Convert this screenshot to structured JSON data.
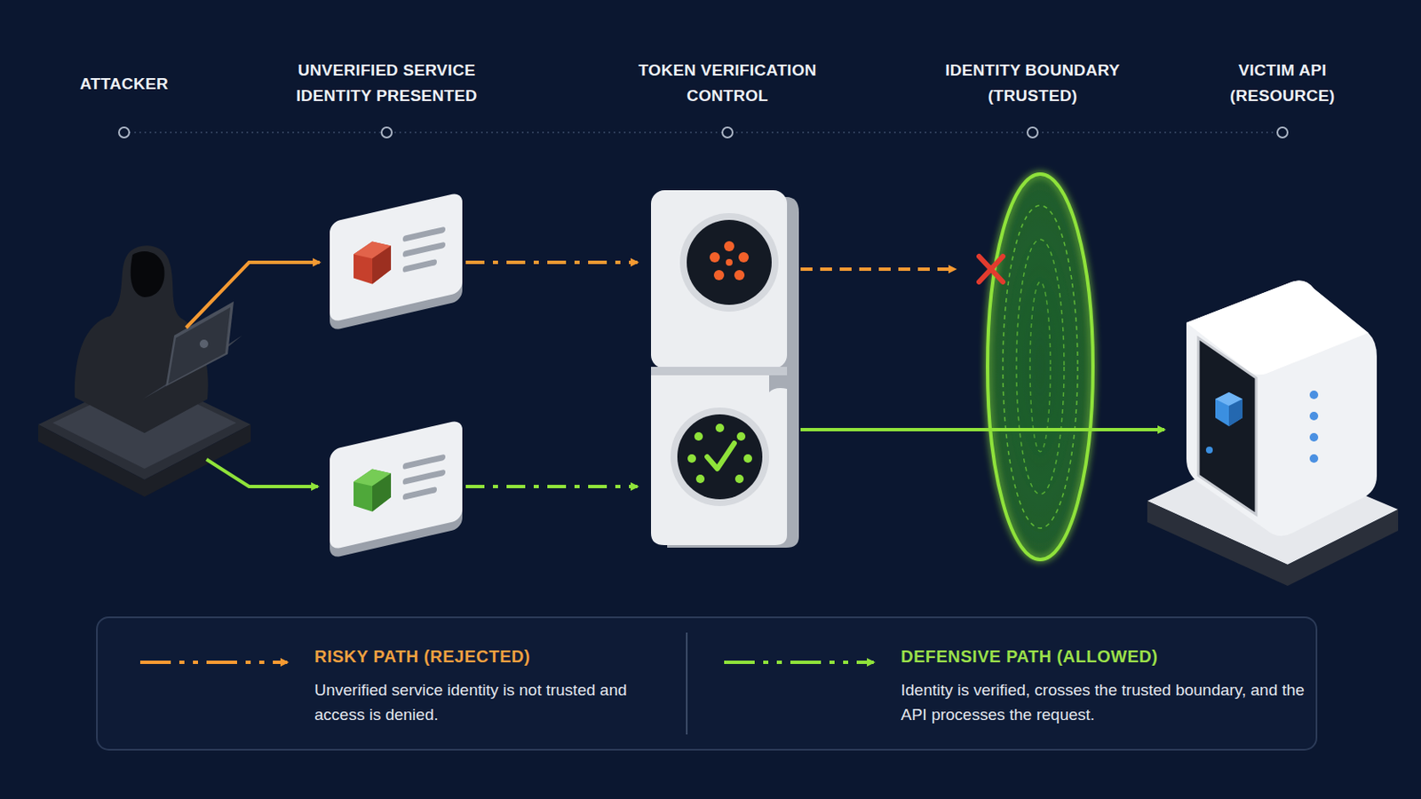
{
  "diagram": {
    "labels": [
      "ATTACKER",
      "UNVERIFIED SERVICE IDENTITY PRESENTED",
      "TOKEN VERIFICATION CONTROL",
      "IDENTITY BOUNDARY (TRUSTED)",
      "VICTIM API (RESOURCE)",
      "Unverified service identity is not trusted and access is denied.",
      "Identity is verified, crosses the trusted boundary, and the API processes the request."
    ],
    "legend": [
      {
        "text": "RISKY PATH (REJECTED)"
      },
      {
        "text": "DEFENSIVE PATH (ALLOWED)"
      }
    ]
  }
}
